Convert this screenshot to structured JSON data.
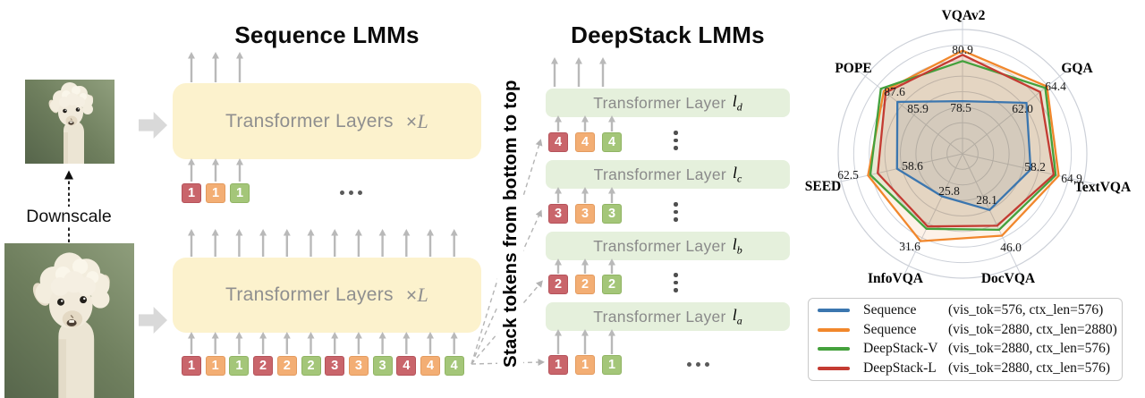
{
  "figure": {
    "downscale_label": "Downscale"
  },
  "sequence_panel": {
    "title": "Sequence LMMs",
    "box_label": "Transformer Layers",
    "multiplier_symbol": "×",
    "multiplier_var": "L",
    "ellipsis": "...",
    "top_tokens": [
      {
        "text": "1",
        "color": "red"
      },
      {
        "text": "1",
        "color": "orange"
      },
      {
        "text": "1",
        "color": "green"
      }
    ],
    "bottom_tokens": [
      {
        "text": "1",
        "color": "red"
      },
      {
        "text": "1",
        "color": "orange"
      },
      {
        "text": "1",
        "color": "green"
      },
      {
        "text": "2",
        "color": "red"
      },
      {
        "text": "2",
        "color": "orange"
      },
      {
        "text": "2",
        "color": "green"
      },
      {
        "text": "3",
        "color": "red"
      },
      {
        "text": "3",
        "color": "orange"
      },
      {
        "text": "3",
        "color": "green"
      },
      {
        "text": "4",
        "color": "red"
      },
      {
        "text": "4",
        "color": "orange"
      },
      {
        "text": "4",
        "color": "green"
      }
    ]
  },
  "deepstack_panel": {
    "title": "DeepStack LMMs",
    "rotated_label": "Stack tokens from bottom to top",
    "layer_label": "Transformer Layer",
    "layer_var": "l",
    "layers": [
      {
        "subscript": "d",
        "tokens": [
          {
            "text": "4",
            "color": "red"
          },
          {
            "text": "4",
            "color": "orange"
          },
          {
            "text": "4",
            "color": "green"
          }
        ],
        "dots": "vertical"
      },
      {
        "subscript": "c",
        "tokens": [
          {
            "text": "3",
            "color": "red"
          },
          {
            "text": "3",
            "color": "orange"
          },
          {
            "text": "3",
            "color": "green"
          }
        ],
        "dots": "vertical"
      },
      {
        "subscript": "b",
        "tokens": [
          {
            "text": "2",
            "color": "red"
          },
          {
            "text": "2",
            "color": "orange"
          },
          {
            "text": "2",
            "color": "green"
          }
        ],
        "dots": "vertical"
      },
      {
        "subscript": "a",
        "tokens": [
          {
            "text": "1",
            "color": "red"
          },
          {
            "text": "1",
            "color": "orange"
          },
          {
            "text": "1",
            "color": "green"
          }
        ],
        "dots": "horizontal"
      }
    ]
  },
  "colors": {
    "token_red_bg": "#c9656b",
    "token_red_border": "#b5525a",
    "token_orange_bg": "#f3ae74",
    "token_orange_border": "#e39a5e",
    "token_green_bg": "#a4c679",
    "token_green_border": "#90b463",
    "sequence_box_bg": "#fcf2cd",
    "deepstack_box_bg": "#e5f0dc",
    "arrow_gray": "#b9b9b9",
    "block_arrow_gray": "#d9d9d9",
    "grid_gray": "#ccd0d8"
  },
  "chart_data": {
    "type": "radar",
    "axes": [
      "VQAv2",
      "GQA",
      "TextVQA",
      "DocVQA",
      "InfoVQA",
      "SEED",
      "POPE"
    ],
    "axis_ranges": [
      [
        76,
        81.9
      ],
      [
        54.5,
        65.9
      ],
      [
        41.9,
        70.9
      ],
      [
        -11,
        67
      ],
      [
        20.3,
        34.8
      ],
      [
        49.8,
        66.1
      ],
      [
        79.2,
        89.2
      ]
    ],
    "grid_rings": 8,
    "series": [
      {
        "name": "Sequence",
        "params": "(vis_tok=576, ctx_len=576)",
        "color": "#3b76af",
        "values": [
          78.5,
          62.0,
          58.2,
          28.1,
          25.8,
          58.6,
          85.9
        ]
      },
      {
        "name": "Sequence",
        "params": "(vis_tok=2880, ctx_len=2880)",
        "color": "#f1872c",
        "values": [
          80.9,
          64.4,
          64.9,
          46.0,
          31.6,
          62.5,
          87.3
        ]
      },
      {
        "name": "DeepStack-V",
        "params": "(vis_tok=2880, ctx_len=576)",
        "color": "#44a13c",
        "values": [
          80.4,
          64.2,
          64.2,
          41.9,
          30.0,
          62.2,
          87.6
        ]
      },
      {
        "name": "DeepStack-L",
        "params": "(vis_tok=2880, ctx_len=576)",
        "color": "#c43b32",
        "values": [
          80.7,
          63.6,
          63.7,
          39.1,
          29.7,
          61.2,
          87.1
        ]
      }
    ],
    "inner_value_labels": [
      78.5,
      62.0,
      58.2,
      28.1,
      25.8,
      58.6,
      85.9
    ],
    "outer_value_labels": [
      80.9,
      64.4,
      64.9,
      46.0,
      31.6,
      62.5,
      87.6
    ]
  }
}
